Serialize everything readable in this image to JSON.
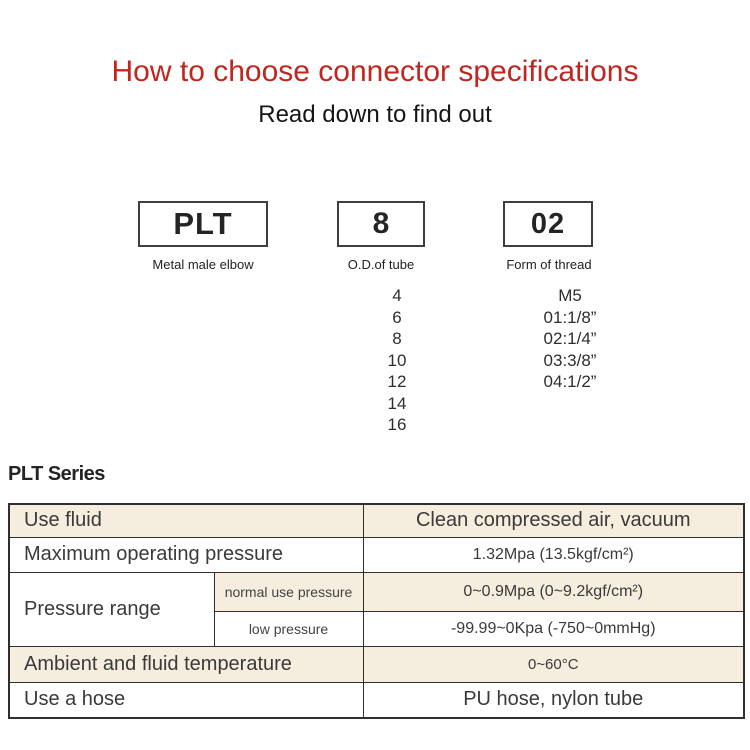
{
  "header": {
    "title": "How to choose connector specifications",
    "subtitle": "Read down to find out"
  },
  "selector": {
    "segments": [
      {
        "code": "PLT",
        "label": "Metal male elbow",
        "options": []
      },
      {
        "code": "8",
        "label": "O.D.of tube",
        "options": [
          "4",
          "6",
          "8",
          "10",
          "12",
          "14",
          "16"
        ]
      },
      {
        "code": "02",
        "label": "Form of thread",
        "options": [
          "M5",
          "01:1/8”",
          "02:1/4”",
          "03:3/8”",
          "04:1/2”"
        ]
      }
    ]
  },
  "series": {
    "heading": "PLT Series"
  },
  "spec_table": {
    "rows": [
      {
        "label": "Use fluid",
        "value": "Clean compressed air, vacuum"
      },
      {
        "label": "Maximum operating pressure",
        "value": "1.32Mpa (13.5kgf/cm²)"
      },
      {
        "label": "Pressure range",
        "sub": [
          {
            "label": "normal use pressure",
            "value": "0~0.9Mpa (0~9.2kgf/cm²)"
          },
          {
            "label": "low pressure",
            "value": "-99.99~0Kpa (-750~0mmHg)"
          }
        ]
      },
      {
        "label": "Ambient and fluid temperature",
        "value": "0~60°C"
      },
      {
        "label": "Use a hose",
        "value": "PU hose, nylon tube"
      }
    ]
  },
  "colors": {
    "accent_red": "#c0251f",
    "row_beige": "#f5eddd",
    "table_border": "#2f2f2f"
  }
}
